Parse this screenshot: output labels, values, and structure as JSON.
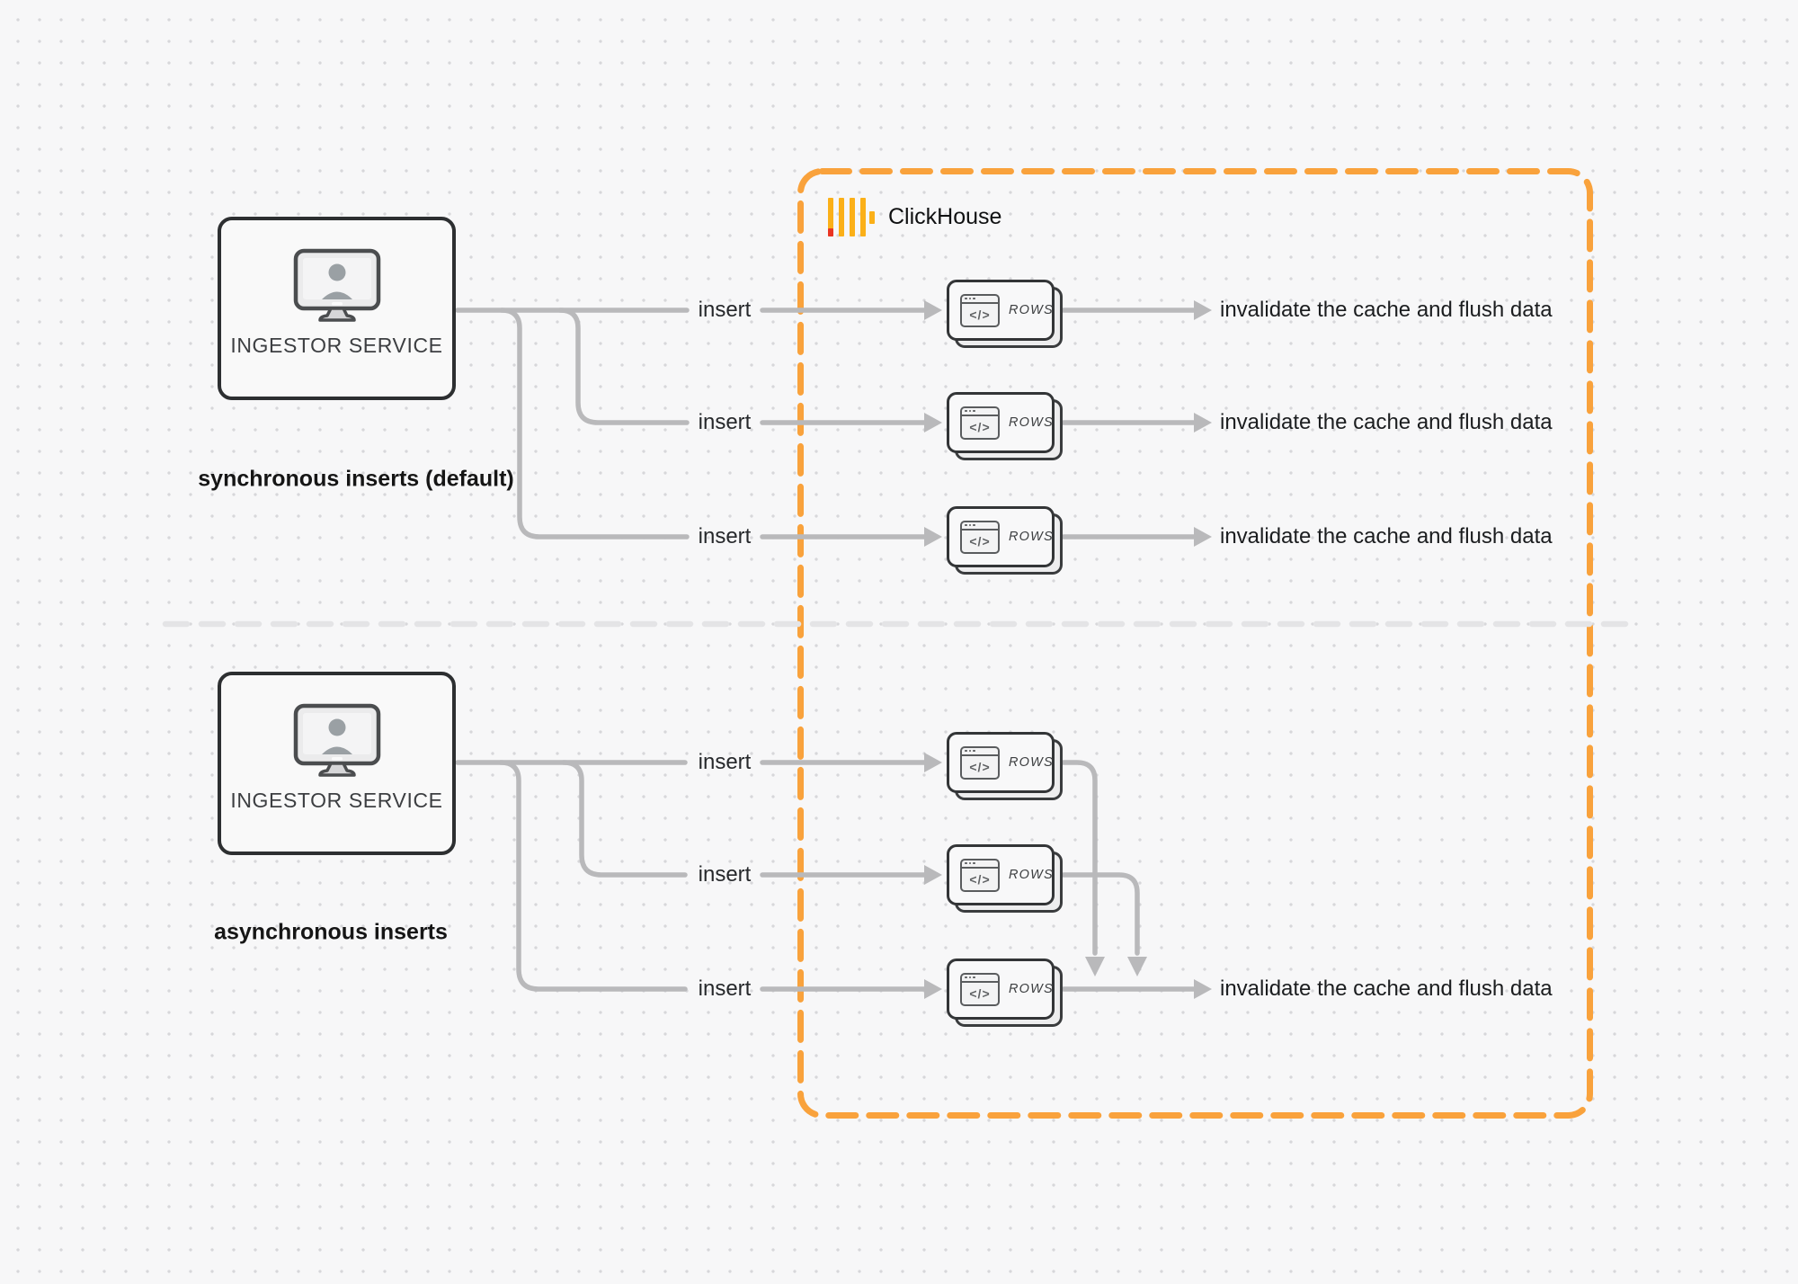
{
  "diagram": {
    "clickhouse": {
      "label": "ClickHouse"
    },
    "sections": {
      "sync": {
        "title": "synchronous inserts (default)",
        "service_label": "INGESTOR SERVICE"
      },
      "async": {
        "title": "asynchronous inserts",
        "service_label": "INGESTOR SERVICE"
      }
    },
    "labels": {
      "insert": "insert",
      "invalidate": "invalidate the cache and flush data",
      "rows_tag": "ROWS",
      "code_glyph": "</>"
    },
    "colors": {
      "boundary_orange": "#F9A23C",
      "logo_yellow": "#FBB018",
      "logo_red": "#EA3523",
      "connector_gray": "#B9B9BB",
      "divider_gray": "#E4E4E6",
      "box_border_dark": "#2D2F31"
    }
  }
}
